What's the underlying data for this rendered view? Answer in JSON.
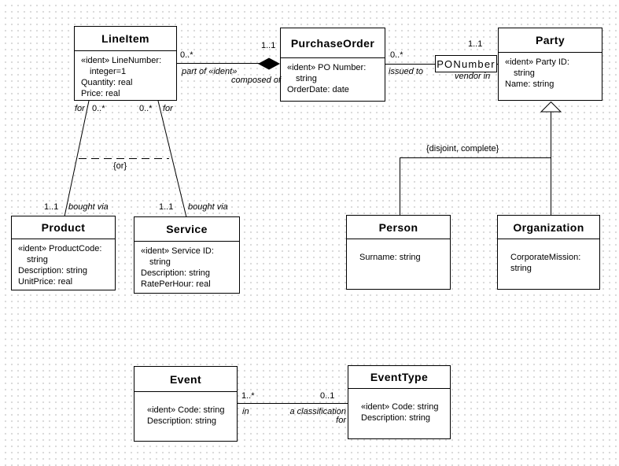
{
  "colors": {
    "line": "#000000",
    "box_fill": "#ffffff",
    "background": "#ffffff",
    "grid_dot": "#d9d9d9"
  },
  "classes": {
    "line_item": {
      "name": "LineItem",
      "attributes": [
        "«ident» LineNumber:",
        "integer=1",
        "Quantity: real",
        "Price: real"
      ]
    },
    "purchase_order": {
      "name": "PurchaseOrder",
      "attributes": [
        "«ident» PO Number:",
        "string",
        "OrderDate: date"
      ]
    },
    "party": {
      "name": "Party",
      "attributes": [
        "«ident» Party ID:",
        "string",
        "Name: string"
      ]
    },
    "po_number": {
      "name": "PONumber"
    },
    "product": {
      "name": "Product",
      "attributes": [
        "«ident» ProductCode:",
        "string",
        "Description: string",
        "UnitPrice: real"
      ]
    },
    "service": {
      "name": "Service",
      "attributes": [
        "«ident» Service ID:",
        "string",
        "Description: string",
        "RatePerHour: real"
      ]
    },
    "person": {
      "name": "Person",
      "attributes": [
        "Surname: string"
      ]
    },
    "organization": {
      "name": "Organization",
      "attributes": [
        "CorporateMission:",
        "string"
      ]
    },
    "event": {
      "name": "Event",
      "attributes": [
        "«ident» Code: string",
        "Description: string"
      ]
    },
    "event_type": {
      "name": "EventType",
      "attributes": [
        "«ident» Code: string",
        "Description: string"
      ]
    }
  },
  "labels": {
    "composed_of": {
      "li_mult": "0..*",
      "po_mult": "1..1",
      "li_role": "part of «ident»",
      "po_role": "composed of"
    },
    "issued_to": {
      "po_mult": "0..*",
      "role": "issued to",
      "party_mult": "1..1",
      "party_role": "vendor in"
    },
    "line_product": {
      "role_top": "for",
      "mult_top": "0..*",
      "mult_bottom": "1..1",
      "role_bottom": "bought via"
    },
    "line_service": {
      "role_top": "for",
      "mult_top": "0..*",
      "mult_bottom": "1..1",
      "role_bottom": "bought via"
    },
    "or_constraint": "{or}",
    "gen_constraint": "{disjoint, complete}",
    "event_assoc": {
      "event_mult": "1..*",
      "event_role": "in",
      "type_mult": "0..1",
      "type_role_1": "a classification",
      "type_role_2": "for"
    }
  }
}
